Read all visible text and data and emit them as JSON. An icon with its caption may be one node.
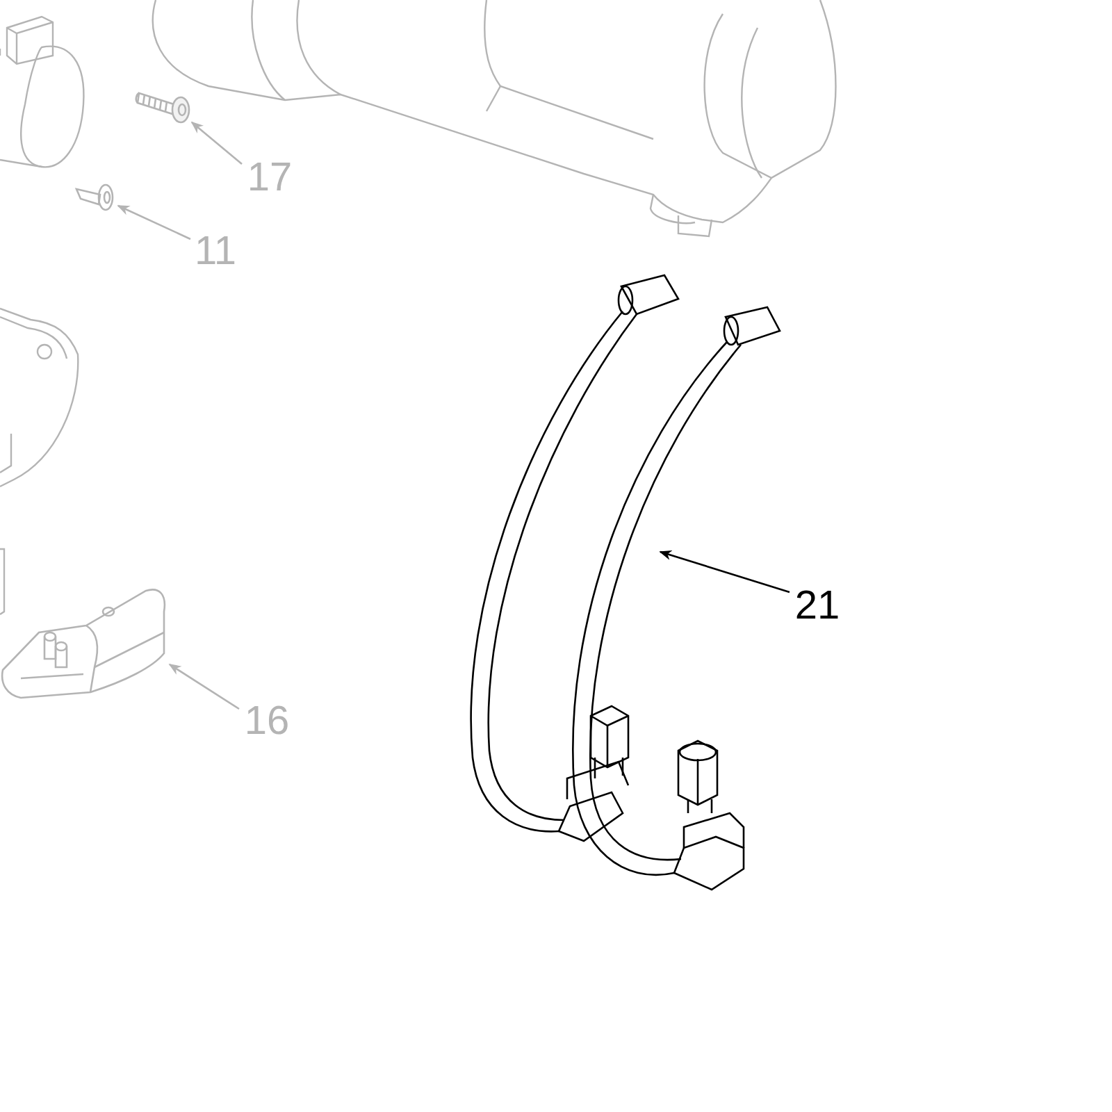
{
  "diagram": {
    "nodes": [
      {
        "text": [
          "17"
        ]
      },
      {
        "text": [],
        "shape": "picture"
      },
      {
        "text": [
          "11"
        ]
      },
      {
        "text": [],
        "shape": "picture"
      },
      {
        "text": [
          "21"
        ]
      },
      {
        "text": [],
        "shape": "picture"
      },
      {
        "text": [
          "16"
        ]
      },
      {
        "text": [],
        "shape": "picture"
      }
    ],
    "edges": [
      {
        "from": 0,
        "to": 1,
        "arrow": "to"
      },
      {
        "from": 2,
        "to": 3,
        "arrow": "to"
      },
      {
        "from": 4,
        "to": 5,
        "arrow": "to",
        "color": "#000000"
      },
      {
        "from": 6,
        "to": 7,
        "arrow": "to"
      }
    ]
  }
}
